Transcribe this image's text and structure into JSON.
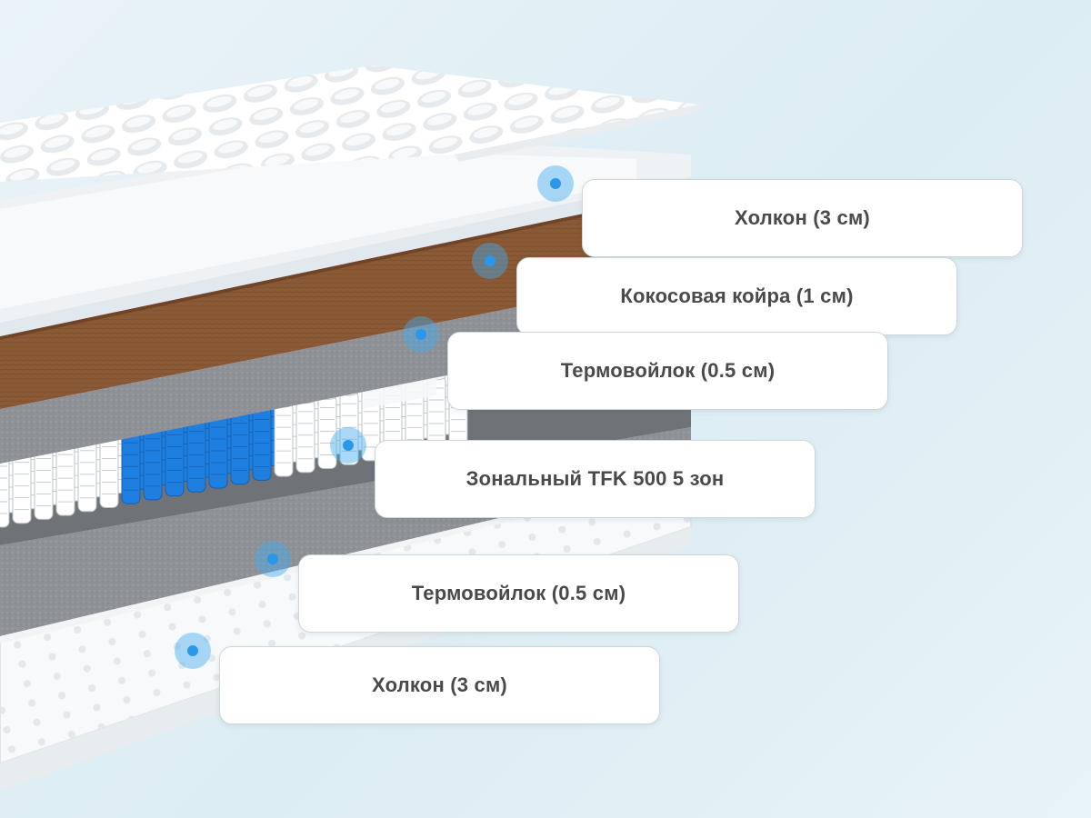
{
  "colors": {
    "background": "#e3eff5",
    "holkon": "#f3f6f8",
    "coir": "#8b5a36",
    "felt": "#8f9296",
    "spring_white": "#ffffff",
    "spring_blue": "#1f7fe0",
    "marker": "#2a97ea"
  },
  "layers": [
    {
      "id": "layer-1",
      "label": "Холкон (3 см)",
      "icon": "marker-dot-icon"
    },
    {
      "id": "layer-2",
      "label": "Кокосовая койра (1 см)",
      "icon": "marker-dot-icon"
    },
    {
      "id": "layer-3",
      "label": "Термовойлок (0.5 см)",
      "icon": "marker-dot-icon"
    },
    {
      "id": "layer-4",
      "label": "Зональный TFK 500 5 зон",
      "icon": "marker-dot-icon"
    },
    {
      "id": "layer-5",
      "label": "Термовойлок (0.5 см)",
      "icon": "marker-dot-icon"
    },
    {
      "id": "layer-6",
      "label": "Холкон (3 см)",
      "icon": "marker-dot-icon"
    }
  ]
}
